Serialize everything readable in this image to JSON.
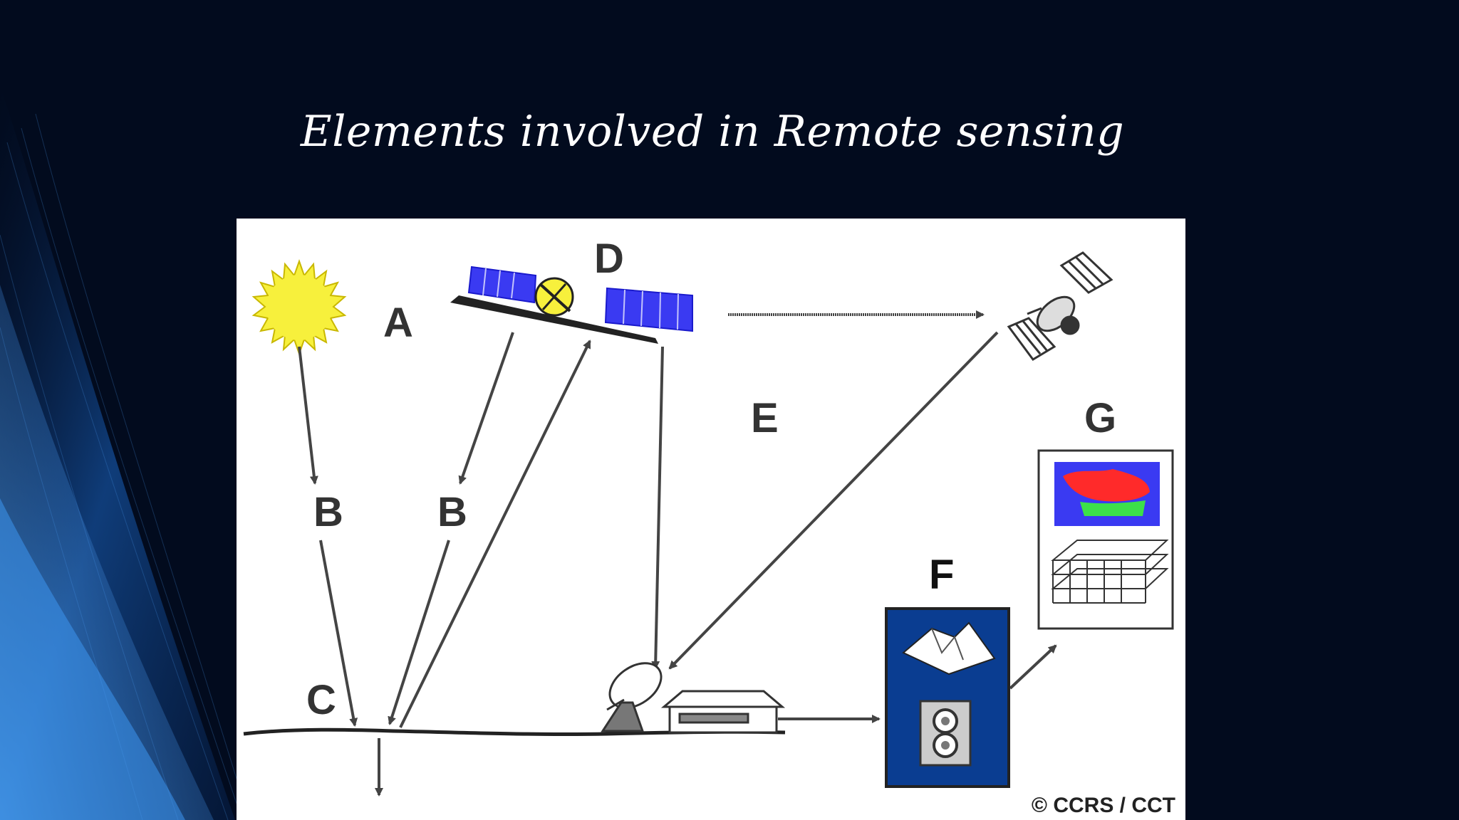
{
  "slide": {
    "title": "Elements involved in Remote sensing"
  },
  "diagram": {
    "labels": {
      "a": "A",
      "b1": "B",
      "b2": "B",
      "c": "C",
      "d": "D",
      "e": "E",
      "f": "F",
      "g": "G"
    },
    "credit": "© CCRS / CCT"
  },
  "colors": {
    "background": "#020b1e",
    "swoosh_accent": "#1d6fd6",
    "sun": "#f7f03c",
    "solar_panel": "#3a3af2",
    "processing_box": "#0a3d91"
  }
}
